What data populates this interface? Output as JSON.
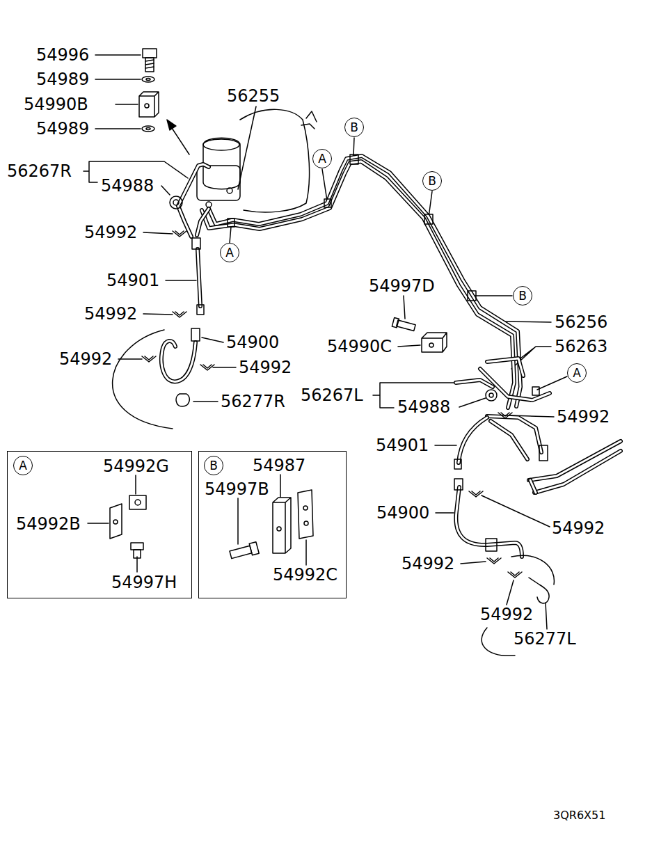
{
  "diagram": {
    "nodes": [
      {
        "text": [
          "B"
        ]
      },
      {
        "text": [
          "A"
        ]
      },
      {
        "text": [
          "B"
        ]
      },
      {
        "text": [
          "A"
        ]
      },
      {
        "text": [
          "B"
        ]
      },
      {
        "text": [
          "A"
        ]
      },
      {
        "text": [
          "54992G",
          "54992B",
          "54997H"
        ]
      },
      {
        "text": [
          "A"
        ],
        "in": 6
      },
      {
        "text": [
          "54987",
          "54997B",
          "54992C"
        ]
      },
      {
        "text": [
          "B"
        ],
        "in": 8
      }
    ],
    "labels": [
      "54996",
      "54989",
      "54990B",
      "54989",
      "56255",
      "56267R",
      "54988",
      "54992",
      "54901",
      "54992",
      "54900",
      "54992",
      "54992",
      "56277R",
      "54997D",
      "54990C",
      "56256",
      "56263",
      "56267L",
      "54988",
      "54992",
      "54901",
      "54900",
      "54992",
      "54992",
      "54992",
      "56277L",
      "3QR6X51"
    ]
  }
}
